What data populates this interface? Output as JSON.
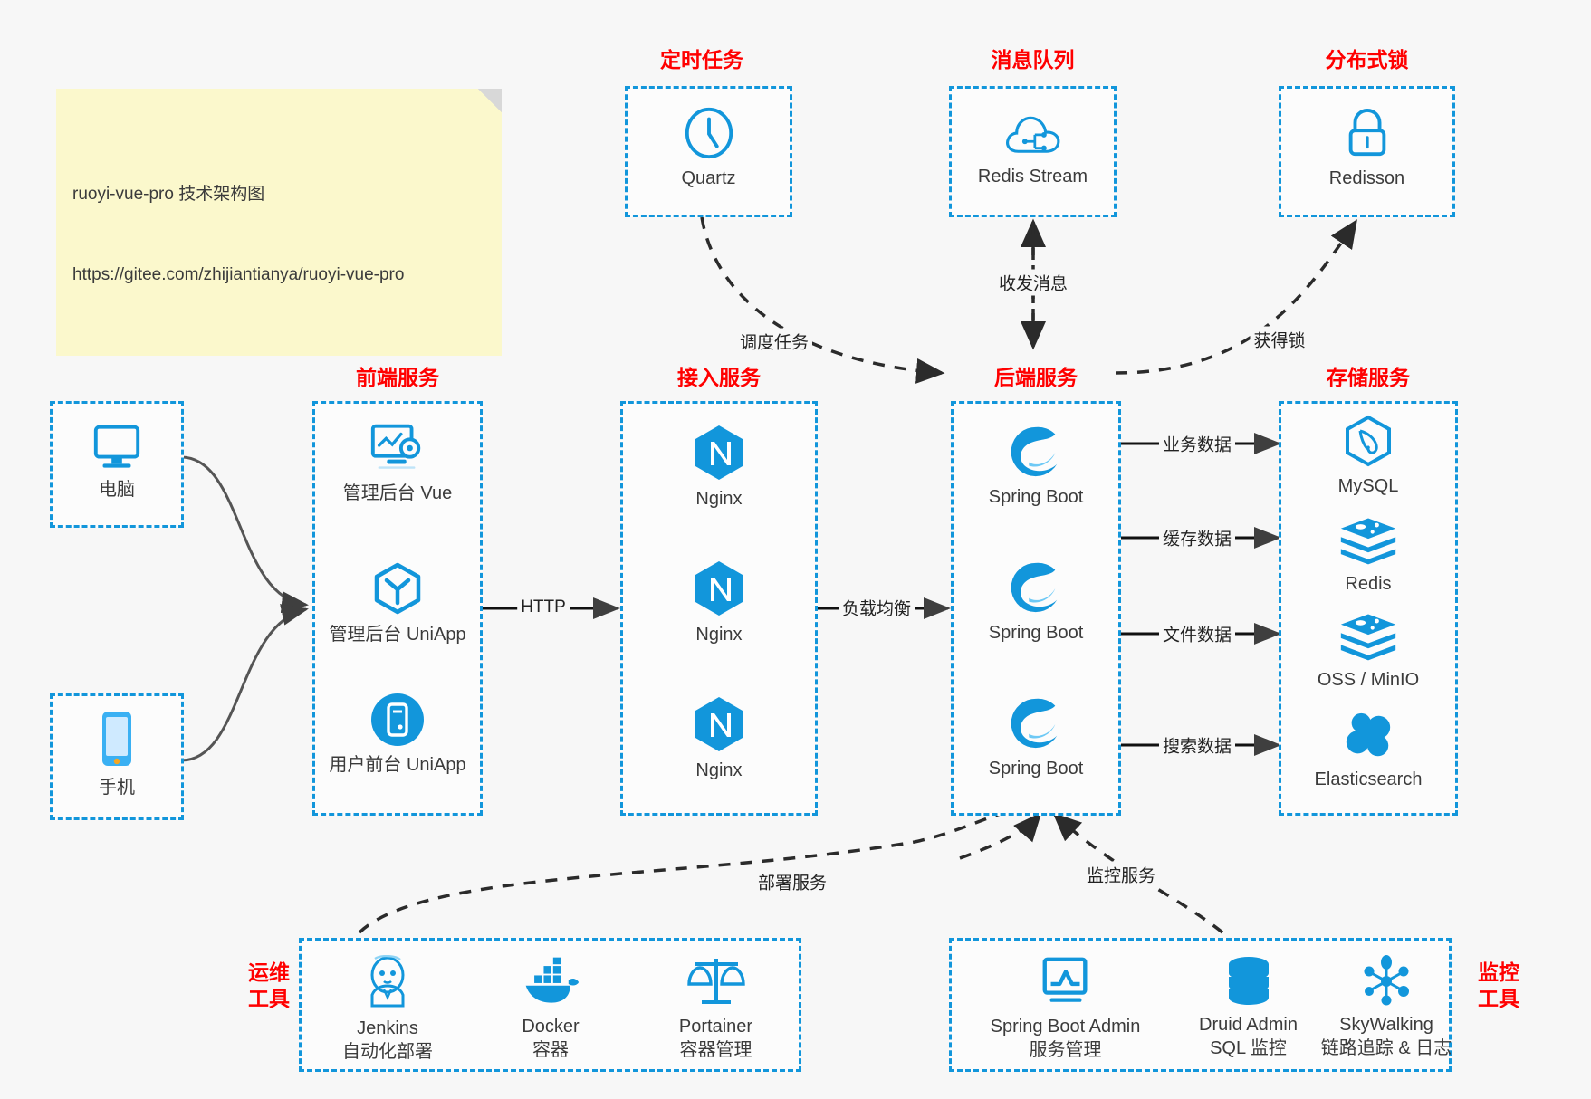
{
  "note": {
    "line1": "ruoyi-vue-pro 技术架构图",
    "line2": "https://gitee.com/zhijiantianya/ruoyi-vue-pro"
  },
  "colors": {
    "accent_blue": "#1296db",
    "title_red": "#ff0000",
    "note_bg": "#fbf8cc",
    "canvas_bg": "#f7f7f7",
    "edge_dark": "#3f3f3f"
  },
  "groups": {
    "scheduled_task": {
      "title": "定时任务",
      "nodes": [
        {
          "icon": "clock-icon",
          "label": "Quartz"
        }
      ]
    },
    "message_queue": {
      "title": "消息队列",
      "nodes": [
        {
          "icon": "cloud-stream-icon",
          "label": "Redis Stream"
        }
      ]
    },
    "distributed_lock": {
      "title": "分布式锁",
      "nodes": [
        {
          "icon": "lock-icon",
          "label": "Redisson"
        }
      ]
    },
    "devices": {
      "title": "",
      "nodes": [
        {
          "icon": "desktop-icon",
          "label": "电脑"
        },
        {
          "icon": "mobile-icon",
          "label": "手机"
        }
      ]
    },
    "frontend": {
      "title": "前端服务",
      "nodes": [
        {
          "icon": "dashboard-icon",
          "label": "管理后台 Vue"
        },
        {
          "icon": "cube-icon",
          "label": "管理后台 UniApp"
        },
        {
          "icon": "app-circle-icon",
          "label": "用户前台 UniApp"
        }
      ]
    },
    "gateway": {
      "title": "接入服务",
      "nodes": [
        {
          "icon": "nginx-icon",
          "label": "Nginx"
        },
        {
          "icon": "nginx-icon",
          "label": "Nginx"
        },
        {
          "icon": "nginx-icon",
          "label": "Nginx"
        }
      ]
    },
    "backend": {
      "title": "后端服务",
      "nodes": [
        {
          "icon": "spring-icon",
          "label": "Spring Boot"
        },
        {
          "icon": "spring-icon",
          "label": "Spring Boot"
        },
        {
          "icon": "spring-icon",
          "label": "Spring Boot"
        }
      ]
    },
    "storage": {
      "title": "存储服务",
      "nodes": [
        {
          "icon": "mysql-icon",
          "label": "MySQL"
        },
        {
          "icon": "redis-icon",
          "label": "Redis"
        },
        {
          "icon": "oss-icon",
          "label": "OSS / MinIO"
        },
        {
          "icon": "elasticsearch-icon",
          "label": "Elasticsearch"
        }
      ]
    },
    "devops": {
      "title": "运维\n工具",
      "title_line1": "运维",
      "title_line2": "工具",
      "nodes": [
        {
          "icon": "jenkins-icon",
          "label": "Jenkins",
          "sublabel": "自动化部署"
        },
        {
          "icon": "docker-icon",
          "label": "Docker",
          "sublabel": "容器"
        },
        {
          "icon": "scales-icon",
          "label": "Portainer",
          "sublabel": "容器管理"
        }
      ]
    },
    "monitor": {
      "title_line1": "监控",
      "title_line2": "工具",
      "nodes": [
        {
          "icon": "monitor-chart-icon",
          "label": "Spring Boot Admin",
          "sublabel": "服务管理"
        },
        {
          "icon": "database-icon",
          "label": "Druid Admin",
          "sublabel": "SQL 监控"
        },
        {
          "icon": "skywalking-icon",
          "label": "SkyWalking",
          "sublabel": "链路追踪 & 日志"
        }
      ]
    }
  },
  "edges": {
    "http": "HTTP",
    "load_balance": "负载均衡",
    "schedule_task": "调度任务",
    "send_receive_message": "收发消息",
    "acquire_lock": "获得锁",
    "business_data": "业务数据",
    "cache_data": "缓存数据",
    "file_data": "文件数据",
    "search_data": "搜索数据",
    "deploy_service": "部署服务",
    "monitor_service": "监控服务"
  }
}
